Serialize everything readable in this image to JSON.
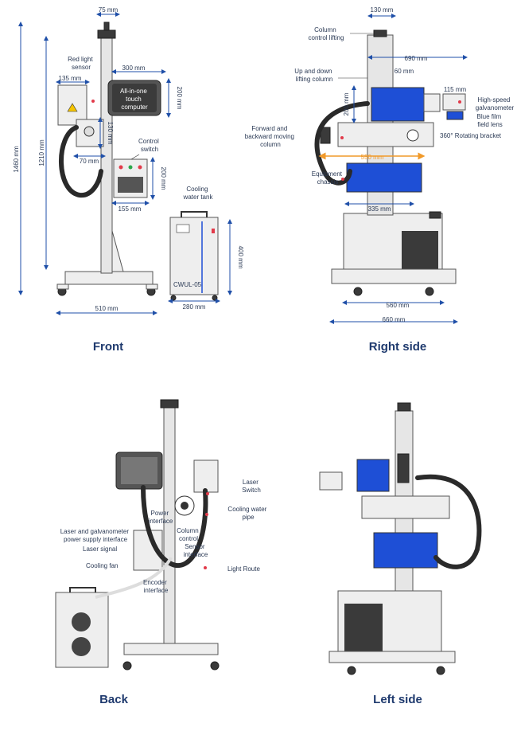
{
  "panels": {
    "front": {
      "caption": "Front",
      "labels": {
        "red_light_sensor": "Red light\nsensor",
        "all_in_one": "All-in-one\ntouch\ncomputer",
        "control_switch": "Control\nswitch",
        "cooling_water_tank": "Cooling\nwater tank",
        "tank_model": "CWUL-05"
      },
      "dims": {
        "d75": "75 mm",
        "d300": "300 mm",
        "d135": "135 mm",
        "d200a": "200 mm",
        "d1460": "1460 mm",
        "d1210": "1210 mm",
        "d130": "130 mm",
        "d70": "70 mm",
        "d200b": "200 mm",
        "d155": "155 mm",
        "d400": "400 mm",
        "d280": "280 mm",
        "d510": "510 mm"
      }
    },
    "right": {
      "caption": "Right side",
      "labels": {
        "column_control_lifting": "Column\ncontrol lifting",
        "up_down_lifting": "Up and down\nlifting column",
        "forward_backward": "Forward and\nbackward moving\ncolumn",
        "high_speed_galvo": "High-speed\ngalvanometer",
        "blue_film_lens": "Blue film\nfield lens",
        "rotating_bracket": "360° Rotating bracket",
        "equipment_chassis": "Equipment\nchassis"
      },
      "dims": {
        "d130": "130 mm",
        "d690": "690 mm",
        "d60": "60 mm",
        "d200": "200 mm",
        "d115": "115 mm",
        "d550": "550 mm",
        "d335": "335 mm",
        "d560": "560 mm",
        "d660": "660 mm"
      }
    },
    "back": {
      "caption": "Back",
      "labels": {
        "laser_switch": "Laser\nSwitch",
        "cooling_water_pipe": "Cooling water\npipe",
        "power_interface": "Power\ninterface",
        "column_control": "Column\ncontrol",
        "laser_galvo_power": "Laser and galvanometer\npower supply interface",
        "laser_signal": "Laser signal",
        "sensor_interface": "Sensor\ninterface",
        "cooling_fan": "Cooling fan",
        "encoder_interface": "Encoder\ninterface",
        "light_route": "Light Route"
      }
    },
    "left": {
      "caption": "Left side"
    }
  },
  "colors": {
    "dimension_line": "#1f4fa8",
    "laser_blue": "#1e4fd6",
    "marker_red": "#e23a4a",
    "highlight_orange": "#f19a2a",
    "caption": "#1f3a6e"
  }
}
